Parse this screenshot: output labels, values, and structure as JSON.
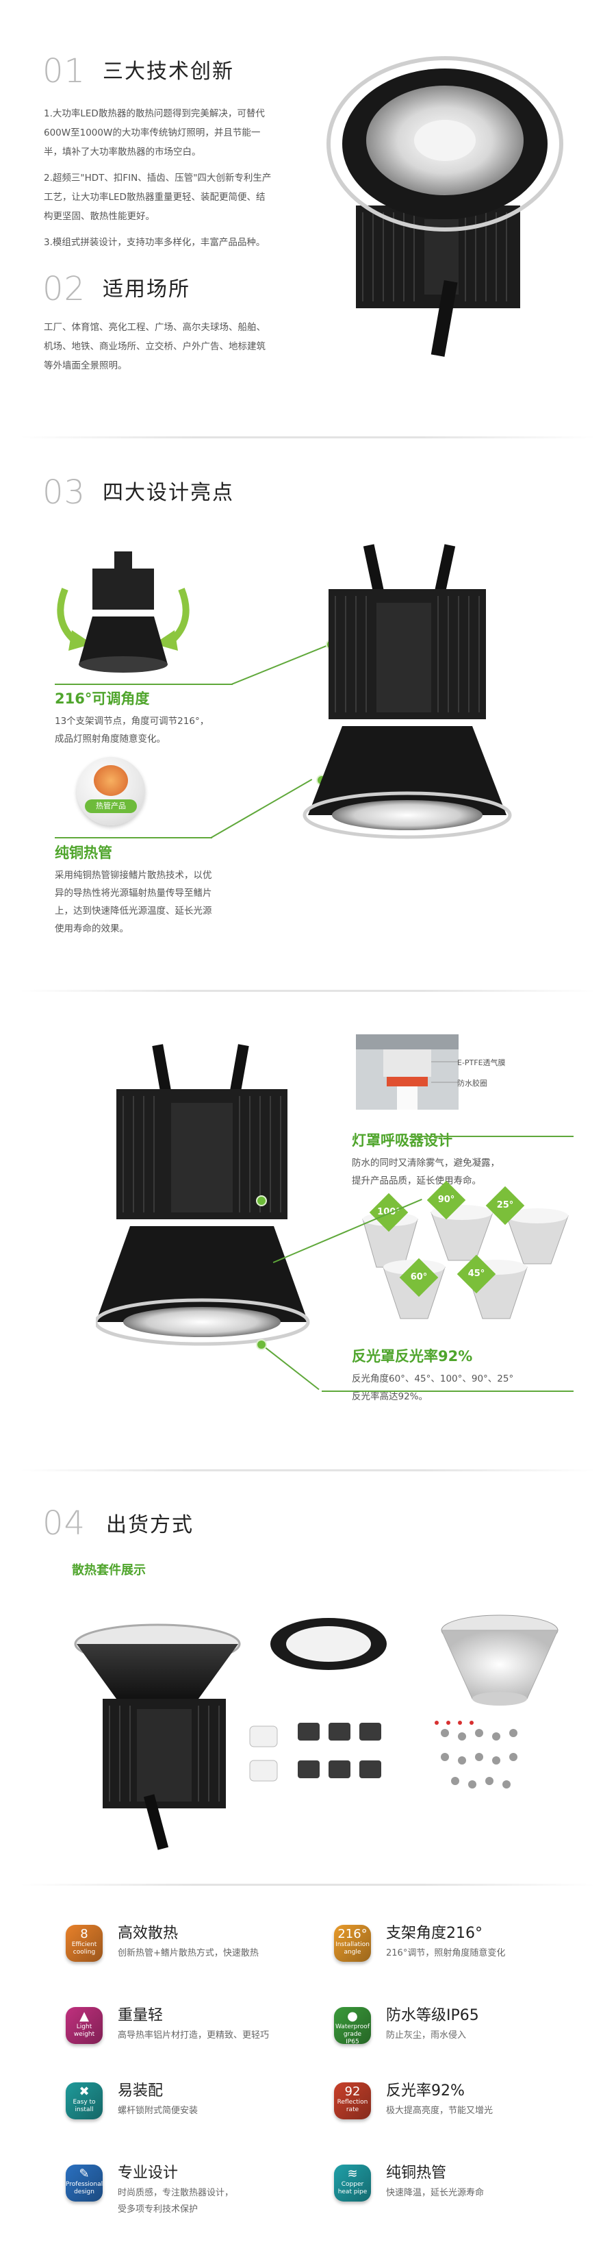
{
  "s1": {
    "num": "01",
    "title": "三大技术创新",
    "p1": [
      "1.大功率LED散热器的散热问题得到完美解决，可替代",
      "600W至1000W的大功率传统钠灯照明，并且节能一",
      "半，填补了大功率散热器的市场空白。"
    ],
    "p2": [
      "2.超频三\"HDT、扣FIN、插齿、压管\"四大创新专利生产",
      "工艺，让大功率LED散热器重量更轻、装配更简便、结",
      "构更坚固、散热性能更好。"
    ],
    "p3": [
      "3.模组式拼装设计，支持功率多样化，丰富产品品种。"
    ]
  },
  "s2": {
    "num": "02",
    "title": "适用场所",
    "lines": [
      "工厂、体育馆、亮化工程、广场、高尔夫球场、船舶、",
      "机场、地铁、商业场所、立交桥、户外广告、地标建筑",
      "等外墙面全景照明。"
    ]
  },
  "s3": {
    "num": "03",
    "title": "四大设计亮点",
    "f1": {
      "title": "216°可调角度",
      "lines": [
        "13个支架调节点，角度可调节216°，",
        "成品灯照射角度随意变化。"
      ]
    },
    "hot_label": "热管产品",
    "f2": {
      "title": "纯铜热管",
      "lines": [
        "采用纯铜热管铆接鳍片散热技术，以优",
        "异的导热性将光源辐射热量传导至鳍片",
        "上，达到快速降低光源温度、延长光源",
        "使用寿命的效果。"
      ]
    },
    "ptfe_label": "E-PTFE透气膜",
    "waterproof_label": "防水胶圈",
    "f3": {
      "title": "灯罩呼吸器设计",
      "lines": [
        "防水的同时又清除雾气，避免凝露，",
        "提升产品品质，延长使用寿命。"
      ]
    },
    "angles": [
      "100°",
      "90°",
      "25°",
      "60°",
      "45°"
    ],
    "f4": {
      "title": "反光罩反光率92%",
      "lines": [
        "反光角度60°、45°、100°、90°、25°",
        "反光率高达92%。"
      ]
    }
  },
  "s4": {
    "num": "04",
    "title": "出货方式",
    "subtitle": "散热套件展示"
  },
  "features": [
    {
      "title": "高效散热",
      "desc": [
        "创新热管+鳍片散热方式，快速散热"
      ],
      "badge": [
        "Efficient",
        "cooling"
      ],
      "glyph": "8",
      "color": "#e8812a"
    },
    {
      "title": "支架角度216°",
      "desc": [
        "216°调节，照射角度随意变化"
      ],
      "badge": [
        "Installation",
        "angle"
      ],
      "glyph": "216°",
      "color": "#e89a2a"
    },
    {
      "title": "重量轻",
      "desc": [
        "高导热率铝片材打造，更精致、更轻巧"
      ],
      "badge": [
        "Light",
        "weight"
      ],
      "glyph": "▲",
      "color": "#c0307e"
    },
    {
      "title": "防水等级IP65",
      "desc": [
        "防止灰尘，雨水侵入"
      ],
      "badge": [
        "Waterproof",
        "grade",
        "IP65"
      ],
      "glyph": "●",
      "color": "#3a9a3a"
    },
    {
      "title": "易装配",
      "desc": [
        "螺杆锁附式简便安装"
      ],
      "badge": [
        "Easy to",
        "install"
      ],
      "glyph": "✖",
      "color": "#1f9a9a"
    },
    {
      "title": "反光率92%",
      "desc": [
        "极大提高亮度，节能又增光"
      ],
      "badge": [
        "Reflection",
        "rate"
      ],
      "glyph": "92",
      "color": "#c8402a"
    },
    {
      "title": "专业设计",
      "desc": [
        "时尚质感，专注散热器设计，",
        "受多项专利技术保护"
      ],
      "badge": [
        "Professional",
        "design"
      ],
      "glyph": "✎",
      "color": "#2a70c0"
    },
    {
      "title": "纯铜热管",
      "desc": [
        "快速降温，延长光源寿命"
      ],
      "badge": [
        "Copper",
        "heat pipe"
      ],
      "glyph": "≋",
      "color": "#1fa0a8"
    }
  ]
}
